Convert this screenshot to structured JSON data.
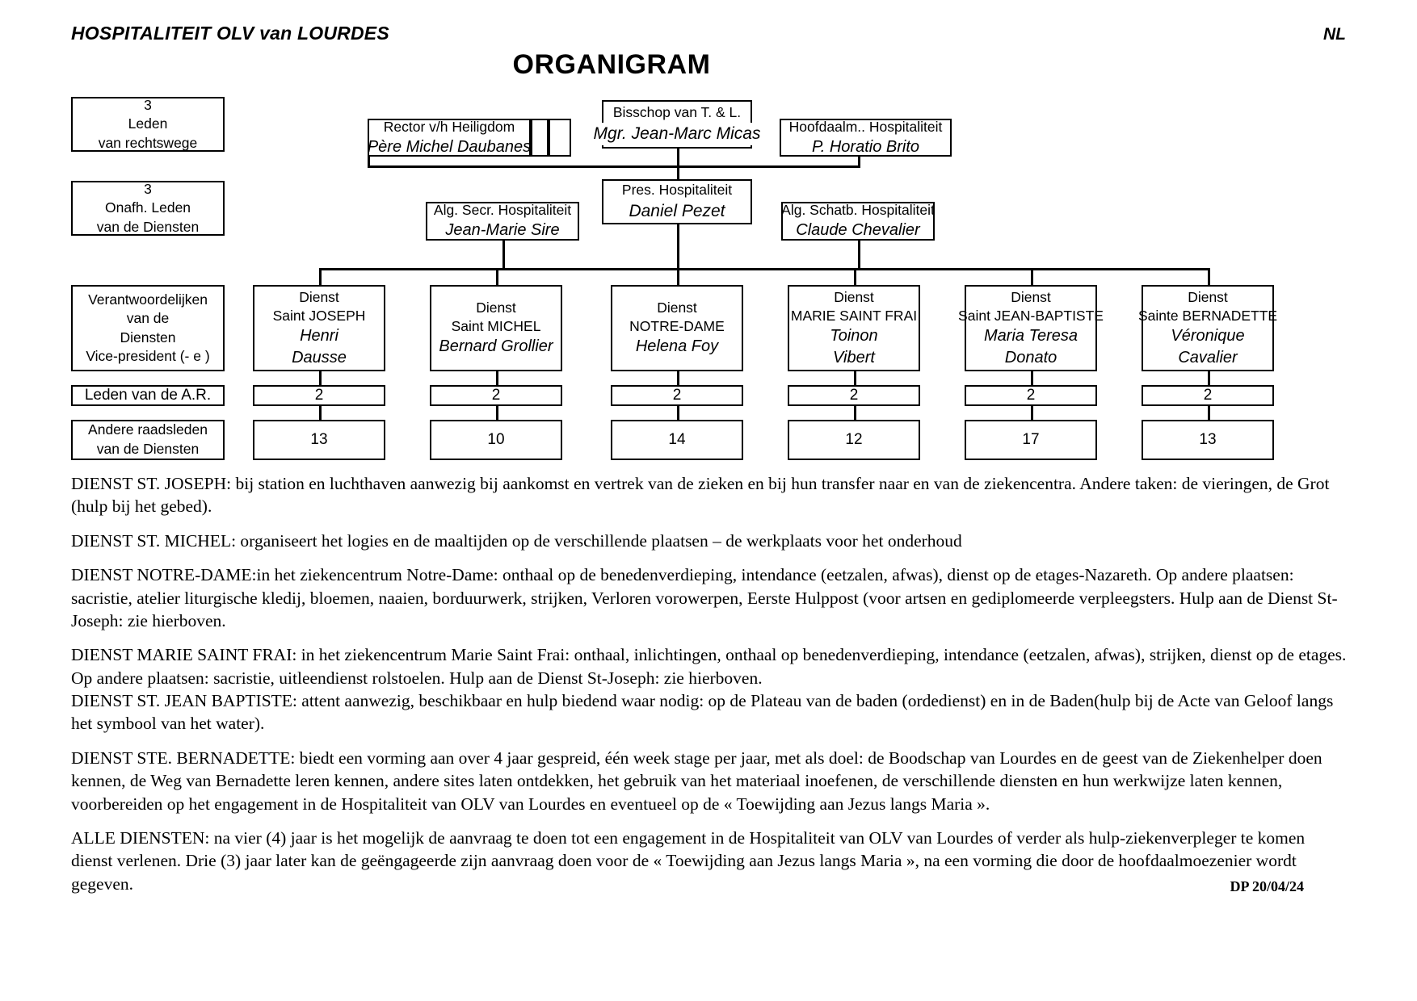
{
  "header": {
    "organisation": "HOSPITALITEIT OLV van LOURDES",
    "language": "NL",
    "title": "ORGANIGRAM"
  },
  "chart_nodes": {
    "members_by_right": {
      "count": "3",
      "line2": "Leden",
      "line3": "van rechtswege"
    },
    "independent_members": {
      "count": "3",
      "line2": "Onafh. Leden",
      "line3": "van de Diensten"
    },
    "rector": {
      "role": "Rector v/h Heiligdom",
      "person": "Père Michel Daubanes"
    },
    "bishop": {
      "role": "Bisschop van T. & L.",
      "person": "Mgr. Jean-Marc Micas"
    },
    "chief_chaplain": {
      "role": "Hoofdaalm.. Hospitaliteit",
      "person": "P. Horatio Brito"
    },
    "president": {
      "role": "Pres. Hospitaliteit",
      "person": "Daniel Pezet"
    },
    "general_secretary": {
      "role": "Alg. Secr. Hospitaliteit",
      "person": "Jean-Marie Sire"
    },
    "general_treasurer": {
      "role": "Alg. Schatb. Hospitaliteit",
      "person": "Claude Chevalier"
    },
    "responsible_services": {
      "line1": "Verantwoordelijken",
      "line2": "van de",
      "line3": "Diensten",
      "line4": "Vice-president (- e )"
    },
    "row_label_ar": "Leden van de A.R.",
    "row_label_other": {
      "line1": "Andere raadsleden",
      "line2": "van de Diensten"
    }
  },
  "services": [
    {
      "kind": "Dienst",
      "name": "Saint JOSEPH",
      "person_line1": "Henri",
      "person_line2": "Dausse",
      "ar_members": "2",
      "other_members": "13"
    },
    {
      "kind": "Dienst",
      "name": "Saint MICHEL",
      "person_line1": "Bernard Grollier",
      "person_line2": "",
      "ar_members": "2",
      "other_members": "10"
    },
    {
      "kind": "Dienst",
      "name": "NOTRE-DAME",
      "person_line1": "Helena Foy",
      "person_line2": "",
      "ar_members": "2",
      "other_members": "14"
    },
    {
      "kind": "Dienst",
      "name": "MARIE SAINT FRAI",
      "person_line1": "Toinon",
      "person_line2": "Vibert",
      "ar_members": "2",
      "other_members": "12"
    },
    {
      "kind": "Dienst",
      "name": "Saint JEAN-BAPTISTE",
      "person_line1": "Maria Teresa",
      "person_line2": "Donato",
      "ar_members": "2",
      "other_members": "17"
    },
    {
      "kind": "Dienst",
      "name": "Sainte BERNADETTE",
      "person_line1": "Véronique",
      "person_line2": "Cavalier",
      "ar_members": "2",
      "other_members": "13"
    }
  ],
  "descriptions": [
    "DIENST ST. JOSEPH: bij station en luchthaven aanwezig bij aankomst en vertrek van de zieken en bij hun transfer naar en van de ziekencentra. Andere taken: de vieringen, de Grot (hulp bij het gebed).",
    "DIENST ST. MICHEL: organiseert het logies en de maaltijden op de verschillende plaatsen – de werkplaats voor het onderhoud",
    "DIENST NOTRE-DAME:in het ziekencentrum Notre-Dame: onthaal op de benedenverdieping, intendance (eetzalen, afwas), dienst op de etages-Nazareth. Op andere plaatsen: sacristie, atelier liturgische kledij, bloemen, naaien, borduurwerk, strijken, Verloren vorowerpen, Eerste Hulppost (voor artsen en gediplomeerde verpleegsters. Hulp aan de Dienst St-Joseph: zie hierboven.",
    "DIENST MARIE SAINT FRAI: in het ziekencentrum Marie Saint Frai: onthaal, inlichtingen, onthaal op benedenverdieping, intendance (eetzalen, afwas), strijken, dienst op de etages. Op andere plaatsen: sacristie, uitleendienst rolstoelen. Hulp aan de Dienst St-Joseph: zie hierboven.",
    "DIENST ST. JEAN BAPTISTE: attent aanwezig, beschikbaar en hulp biedend waar nodig: op de Plateau van de baden (ordedienst) en in de Baden(hulp bij de Acte van Geloof langs het symbool van het water).",
    "DIENST STE. BERNADETTE: biedt een vorming aan over 4 jaar gespreid, één week stage per jaar, met als doel: de Boodschap van Lourdes en de geest van de Ziekenhelper doen kennen, de Weg van Bernadette leren kennen, andere sites laten ontdekken, het gebruik van het materiaal inoefenen, de verschillende diensten en hun werkwijze laten kennen, voorbereiden op het engagement in de Hospitaliteit van OLV van Lourdes en eventueel op de « Toewijding aan Jezus langs Maria ».",
    "ALLE DIENSTEN:  na vier (4) jaar is het mogelijk de aanvraag te doen tot een engagement in de Hospitaliteit van OLV van Lourdes of verder als hulp-ziekenverpleger te komen dienst verlenen. Drie (3) jaar later kan de geëngageerde zijn aanvraag doen voor de « Toewijding aan Jezus langs Maria », na een vorming die door de hoofdaalmoezenier wordt gegeven."
  ],
  "footer": {
    "stamp": "DP 20/04/24"
  }
}
